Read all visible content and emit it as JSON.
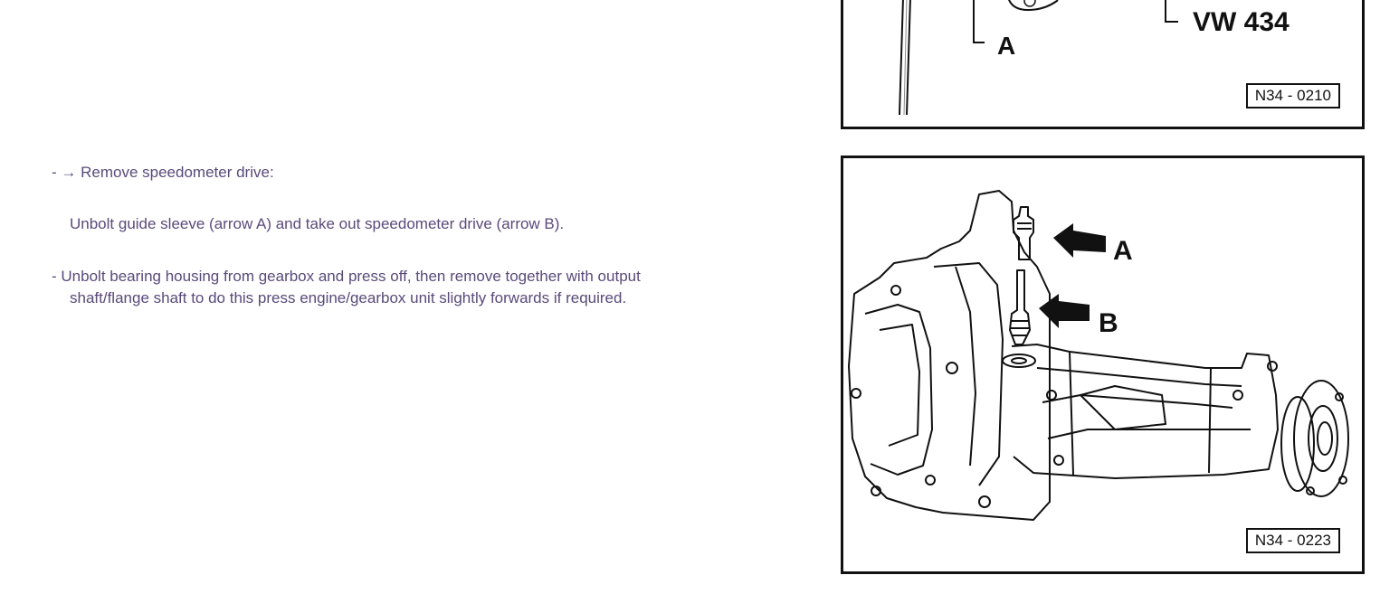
{
  "steps": {
    "step1_prefix": "- →",
    "step1_text": "Remove speedometer drive:",
    "note1_text": "Unbolt guide sleeve (arrow A) and take out speedometer drive (arrow B).",
    "step2_prefix": "-",
    "step2_line1": "Unbolt bearing housing from gearbox and press off, then remove together with output",
    "step2_line2": "shaft/flange shaft to do this press engine/gearbox unit slightly forwards if required."
  },
  "figure1": {
    "label_a": "A",
    "label_tool": "VW 434",
    "tag": "N34 - 0210"
  },
  "figure2": {
    "label_a": "A",
    "label_b": "B",
    "tag": "N34 - 0223"
  },
  "colors": {
    "text": "#5a4a7a",
    "ink": "#111111"
  }
}
